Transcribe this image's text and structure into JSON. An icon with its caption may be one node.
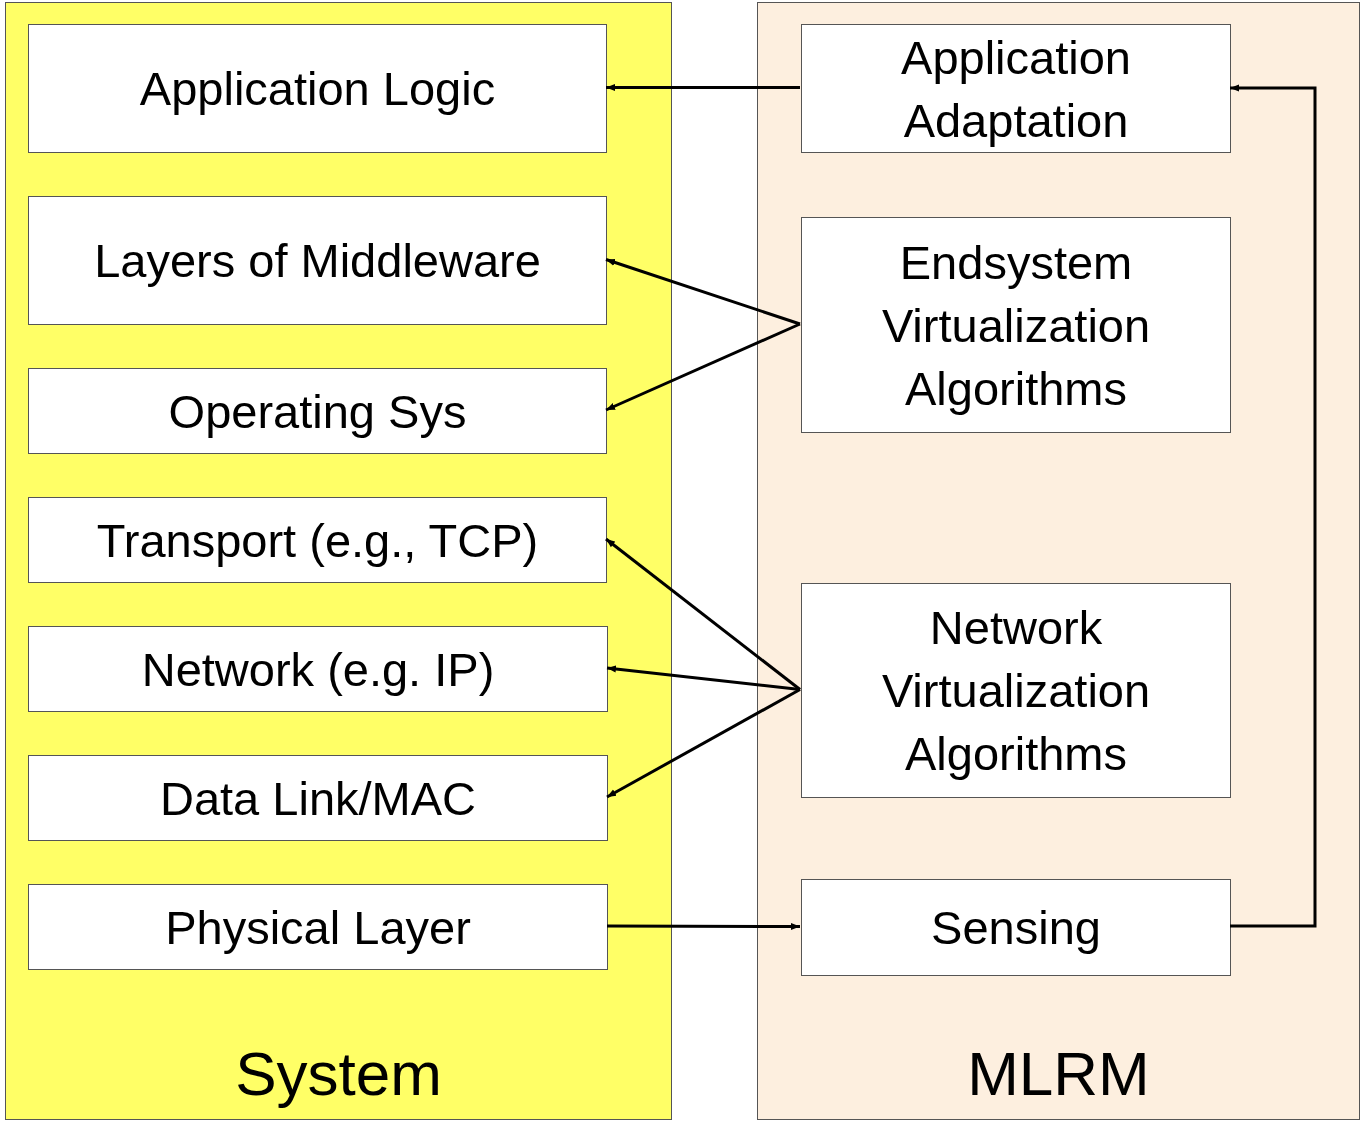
{
  "diagram": {
    "nodes": [
      {
        "text": [
          "System"
        ]
      },
      {
        "text": [
          "Application Logic"
        ],
        "in": 0
      },
      {
        "text": [
          "Layers of Middleware"
        ],
        "in": 0
      },
      {
        "text": [
          "Operating Sys"
        ],
        "in": 0
      },
      {
        "text": [
          "Transport (e.g., TCP)"
        ],
        "in": 0
      },
      {
        "text": [
          "Network (e.g. IP)"
        ],
        "in": 0
      },
      {
        "text": [
          "Data Link/MAC"
        ],
        "in": 0
      },
      {
        "text": [
          "Physical Layer"
        ],
        "in": 0
      },
      {
        "text": [
          "MLRM"
        ]
      },
      {
        "text": [
          "Application Adaptation"
        ],
        "in": 8
      },
      {
        "text": [
          "Endsystem Virtualization Algorithms"
        ],
        "in": 8
      },
      {
        "text": [
          "Network Virtualization Algorithms"
        ],
        "in": 8
      },
      {
        "text": [
          "Sensing"
        ],
        "in": 8
      }
    ],
    "edges": [
      {
        "from": 9,
        "to": 1,
        "arrow": "to"
      },
      {
        "from": 10,
        "to": 2,
        "arrow": "to"
      },
      {
        "from": 10,
        "to": 3,
        "arrow": "to"
      },
      {
        "from": 11,
        "to": 4,
        "arrow": "to"
      },
      {
        "from": 11,
        "to": 5,
        "arrow": "to"
      },
      {
        "from": 11,
        "to": 6,
        "arrow": "to"
      },
      {
        "from": 7,
        "to": 12,
        "arrow": "to"
      },
      {
        "from": 12,
        "to": 9,
        "arrow": "to"
      }
    ]
  }
}
